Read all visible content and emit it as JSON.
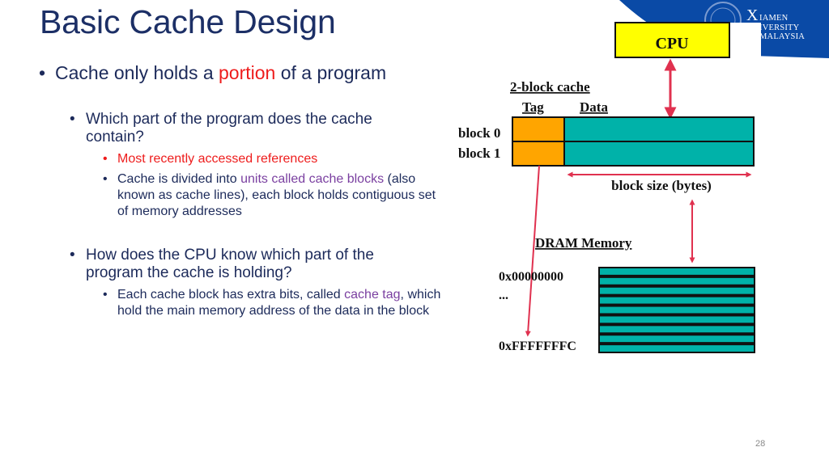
{
  "header": {
    "title": "Basic Cache Design",
    "logo": {
      "initial": "X",
      "lines": [
        "IAMEN",
        "IVERSITY",
        "MALAYSIA"
      ],
      "brand_color": "#0a4aa6"
    }
  },
  "content": {
    "bullet_glyph": "•",
    "level1": {
      "before": "Cache only holds a ",
      "highlight": "portion",
      "after": " of a program"
    },
    "q1": {
      "text": "Which part of the program does the cache contain?",
      "sub": [
        {
          "text": "Most recently accessed references"
        },
        {
          "before": "Cache is divided into ",
          "highlight": "units called cache blocks",
          "after": " (also known as cache lines), each block holds contiguous set of memory addresses"
        }
      ]
    },
    "q2": {
      "text": "How does the CPU know which part of the program the cache is holding?",
      "sub": [
        {
          "before": "Each cache block has extra bits, called ",
          "highlight": "cache tag",
          "after": ", which hold the main memory address of the data in the block"
        }
      ]
    }
  },
  "diagram": {
    "cpu_label": "CPU",
    "cache_title": "2-block cache",
    "tag_header": "Tag",
    "data_header": "Data",
    "block_labels": [
      "block 0",
      "block 1"
    ],
    "block_size_label": "block size (bytes)",
    "memory_title": "DRAM Memory",
    "address_first": "0x00000000",
    "address_ellipsis": "...",
    "address_last": "0xFFFFFFFC",
    "memory_rows": 9,
    "colors": {
      "cpu": "#ffff00",
      "tag": "#ffa500",
      "data": "#00b2a9",
      "arrow": "#e0314f"
    }
  },
  "footer": {
    "slide_number": "28"
  }
}
